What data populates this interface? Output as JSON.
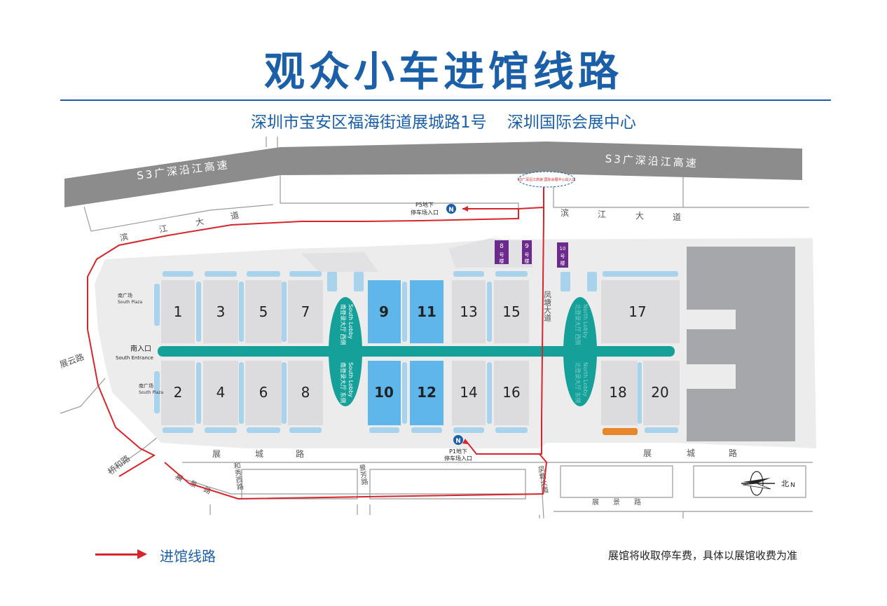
{
  "title": "观众小车进馆线路",
  "subtitle": "深圳市宝安区福海街道展城路1号    深圳国际会展中心",
  "legend": {
    "label": "进馆线路",
    "color": "#d7262b"
  },
  "note": "展馆将收取停车费，具体以展馆收费为准",
  "colors": {
    "primary": "#1a5fa8",
    "route": "#d7262b",
    "corridor": "#16a09a",
    "hall": "#dcdcde",
    "highlight": "#5eb6ea",
    "building": "#6b2a8c",
    "parking": "#e8872a"
  },
  "map": {
    "highway_left": "S3广深沿江高速",
    "highway_right": "S3广深沿江高速",
    "exit_label": "S3广深沿江高速 国际会展中心出入口",
    "road_binjiang": [
      "滨",
      "江",
      "大",
      "道"
    ],
    "road_fengtang": "凤塘大道",
    "road_zhancheng": [
      "展",
      "城",
      "路"
    ],
    "road_zhanyun": "展云路",
    "road_qiaohe": "桥和路",
    "road_zhanjing": [
      "展",
      "景",
      "路"
    ],
    "road_hexiuxi": "和秀西路",
    "road_jingfang": "景芳路",
    "p5_line1": "P5地下",
    "p5_line2": "停车场入口",
    "p1_line1": "P1地下",
    "p1_line2": "停车场入口",
    "south_entrance_cn": "南入口",
    "south_entrance_en": "South Entrance",
    "south_plaza_cn": "南广场",
    "south_plaza_en": "South Plaza",
    "south_lobby_west": "南登录大厅 西侧",
    "south_lobby_east": "南登录大厅 东侧",
    "south_lobby_en": "South Lobby",
    "north_lobby_west": "北登录大厅 西侧",
    "north_lobby_east": "北登录大厅 东侧",
    "north_lobby_en": "North Lobby",
    "building_8": "8号楼",
    "building_9": "9号楼",
    "building_10": "10号楼",
    "north_label": "北",
    "north_en": "N",
    "halls_top": [
      "1",
      "3",
      "5",
      "7",
      "9",
      "11",
      "13",
      "15",
      "17"
    ],
    "halls_bottom": [
      "2",
      "4",
      "6",
      "8",
      "10",
      "12",
      "14",
      "16",
      "18",
      "20"
    ]
  }
}
